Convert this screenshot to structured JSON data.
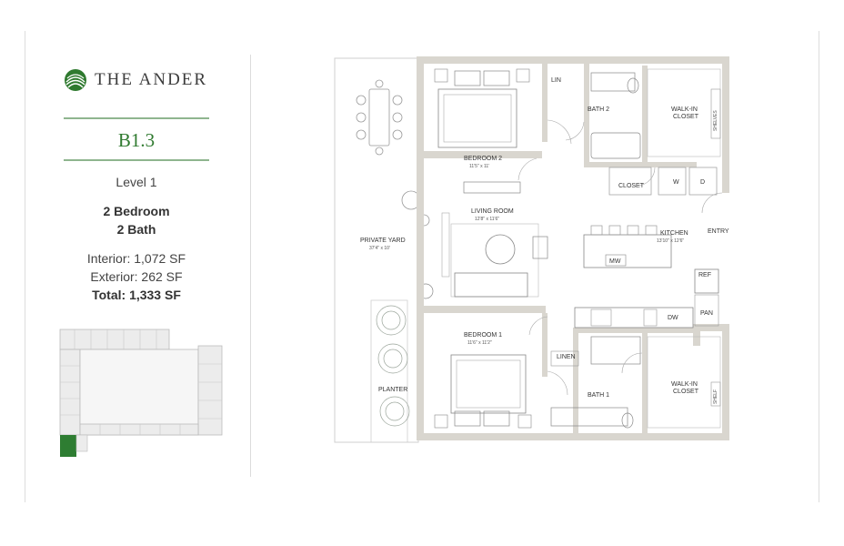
{
  "brand": {
    "name": "THE ANDER",
    "icon": "leaf-logo-icon",
    "accent": "#2f7a2f"
  },
  "unit": {
    "name": "B1.3",
    "level": "Level 1",
    "bedrooms": "2 Bedroom",
    "baths": "2 Bath",
    "interior": "Interior: 1,072 SF",
    "exterior": "Exterior: 262 SF",
    "total": "Total: 1,333 SF"
  },
  "plan": {
    "bedroom2": {
      "name": "BEDROOM 2",
      "dims": "11'5\" x 11'"
    },
    "bath2": "BATH 2",
    "lin": "LIN",
    "walkin_top": "WALK-IN CLOSET",
    "shelves": "SHELVES",
    "closet": "CLOSET",
    "washer": "W",
    "dryer": "D",
    "entry": "ENTRY",
    "living": {
      "name": "LIVING ROOM",
      "dims": "12'8\" x 11'6\""
    },
    "kitchen": {
      "name": "KITCHEN",
      "dims": "13'10\" x 12'6\""
    },
    "mw": "MW",
    "ref": "REF",
    "dw": "DW",
    "pan": "PAN",
    "private_yard": {
      "name": "PRIVATE YARD",
      "dims": "37'4\" x 10'"
    },
    "bedroom1": {
      "name": "BEDROOM 1",
      "dims": "11'6\" x 11'2\""
    },
    "linen": "LINEN",
    "bath1": "BATH 1",
    "walkin_bottom": "WALK-IN CLOSET",
    "shelf": "SHELF",
    "planter": "PLANTER"
  }
}
